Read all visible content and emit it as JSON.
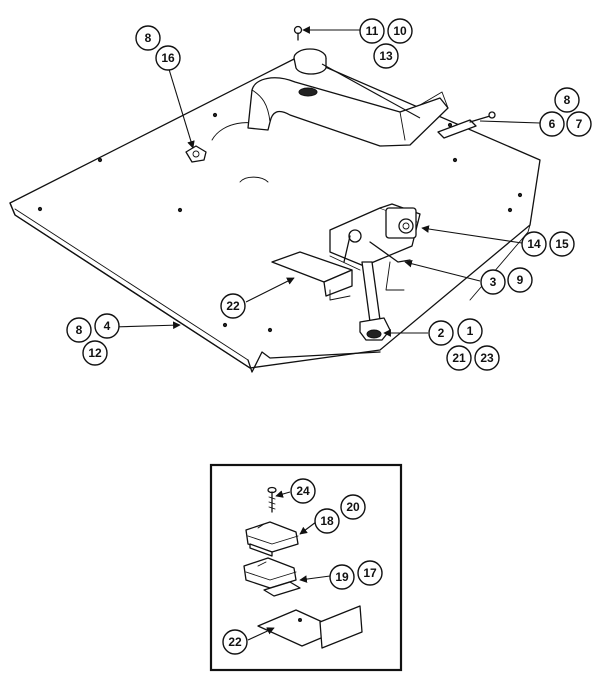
{
  "callouts": {
    "c8a": "8",
    "c16": "16",
    "c11": "11",
    "c10": "10",
    "c13": "13",
    "c8b": "8",
    "c6": "6",
    "c7": "7",
    "c14": "14",
    "c15": "15",
    "c3": "3",
    "c9": "9",
    "c22": "22",
    "c8c": "8",
    "c4": "4",
    "c12": "12",
    "c2": "2",
    "c1": "1",
    "c21": "21",
    "c23": "23",
    "c24": "24",
    "c20": "20",
    "c18": "18",
    "c19": "19",
    "c17": "17",
    "c22b": "22"
  }
}
